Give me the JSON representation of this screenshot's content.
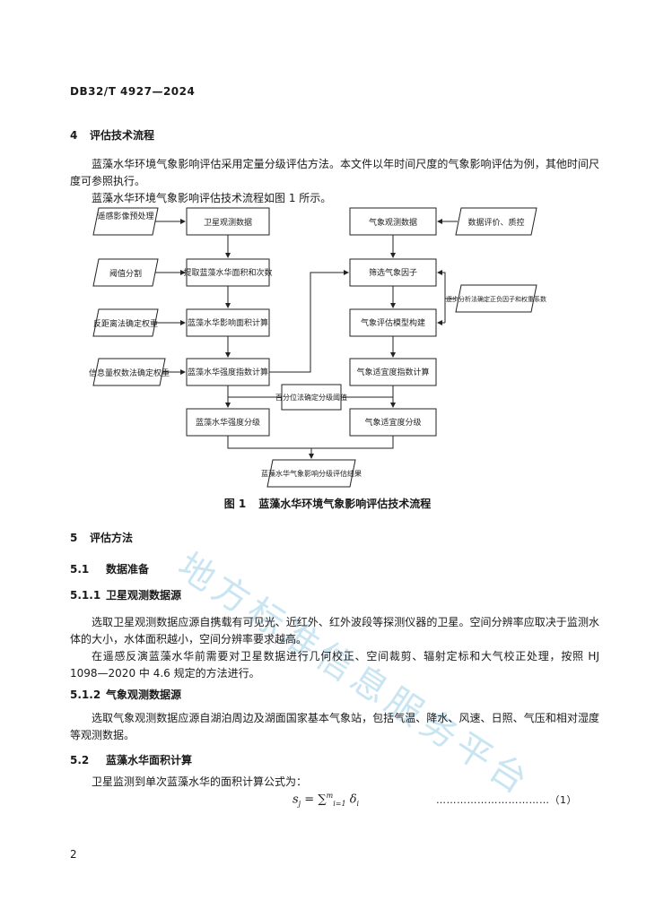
{
  "header": {
    "doc_id": "DB32/T 4927—2024"
  },
  "section4": {
    "num": "4",
    "title": "评估技术流程",
    "para1": "蓝藻水华环境气象影响评估采用定量分级评估方法。本文件以年时间尺度的气象影响评估为例，其他时间尺度可参照执行。",
    "para2": "蓝藻水华环境气象影响评估技术流程如图 1 所示。"
  },
  "flowchart": {
    "left_inputs": [
      "遥感影像预处理",
      "阈值分割",
      "反距离法确定权重",
      "信息量权数法确定权重"
    ],
    "left_steps": [
      "卫星观测数据",
      "提取蓝藻水华面积和次数",
      "蓝藻水华影响面积计算",
      "蓝藻水华强度指数计算",
      "蓝藻水华强度分级"
    ],
    "middle_note": "百分位法确定分级阈值",
    "right_steps": [
      "气象观测数据",
      "筛选气象因子",
      "气象评估模型构建",
      "气象适宜度指数计算",
      "气象适宜度分级"
    ],
    "right_inputs": [
      "数据评价、质控",
      "逐步分析法确定正负因子和权重系数"
    ],
    "output": "蓝藻水华气象影响分级评估结果"
  },
  "figure": {
    "label": "图 1",
    "title": "蓝藻水华环境气象影响评估技术流程"
  },
  "section5": {
    "num": "5",
    "title": "评估方法"
  },
  "section5_1": {
    "num": "5.1",
    "title": "数据准备"
  },
  "section5_1_1": {
    "num": "5.1.1",
    "title": "卫星观测数据源",
    "para1": "选取卫星观测数据应源自携载有可见光、近红外、红外波段等探测仪器的卫星。空间分辨率应取决于监测水体的大小，水体面积越小，空间分辨率要求越高。",
    "para2": "在遥感反演蓝藻水华前需要对卫星数据进行几何校正、空间裁剪、辐射定标和大气校正处理，按照 HJ 1098—2020 中 4.6 规定的方法进行。"
  },
  "section5_1_2": {
    "num": "5.1.2",
    "title": "气象观测数据源",
    "para1": "选取气象观测数据应源自湖泊周边及湖面国家基本气象站，包括气温、降水、风速、日照、气压和相对湿度等观测数据。"
  },
  "section5_2": {
    "num": "5.2",
    "title": "蓝藻水华面积计算",
    "para1": "卫星监测到单次蓝藻水华的面积计算公式为："
  },
  "formula": {
    "lhs": "s",
    "lhs_sub": "j",
    "eq": "=",
    "sum": "∑",
    "sum_sub": "i=1",
    "sum_sup": "m",
    "term": "δ",
    "term_sub": "i"
  },
  "equation_number": "……………………………（1）",
  "footer": {
    "page_number": "2"
  },
  "watermark": {
    "text": "地方标准信息服务平台"
  }
}
